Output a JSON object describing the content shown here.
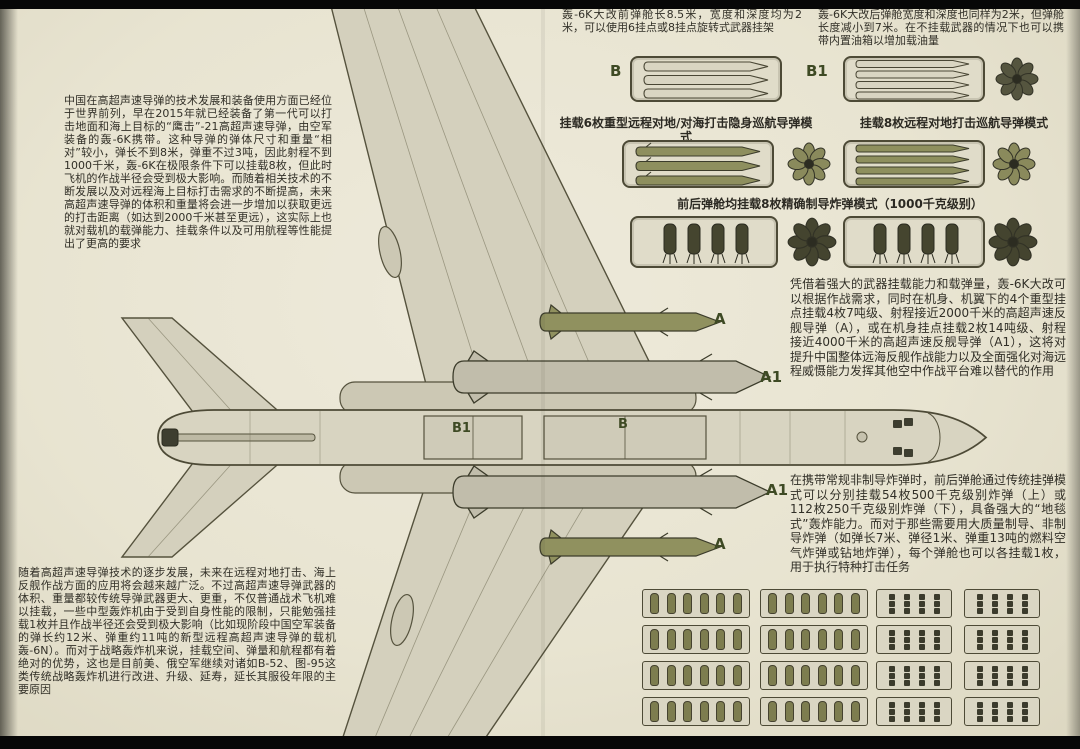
{
  "poster": {
    "bg_color": "#e9e5d2",
    "label_color": "#3e4a24"
  },
  "aircraft": {
    "name": "轰-6K 大改 俯视图",
    "labels": {
      "a": "A",
      "a1": "A1",
      "b": "B",
      "b1": "B1"
    }
  },
  "text_blocks": {
    "intro": "中国在高超声速导弹的技术发展和装备使用方面已经位于世界前列，早在2015年就已经装备了第一代可以打击地面和海上目标的“鹰击”-21高超声速导弹，由空军装备的轰-6K携带。这种导弹的弹体尺寸和重量“相对”较小，弹长不到8米，弹重不过3吨，因此射程不到1000千米，轰-6K在极限条件下可以挂载8枚，但此时飞机的作战半径会受到极大影响。而随着相关技术的不断发展以及对远程海上目标打击需求的不断提高，未来高超声速导弹的体积和重量将会进一步增加以获取更远的打击距离（如达到2000千米甚至更远），这实际上也就对载机的载弹能力、挂载条件以及可用航程等性能提出了更高的要求",
    "front_bay_note": "轰-6K大改前弹舱长8.5米，宽度和深度均为2米，可以使用6挂点或8挂点旋转式武器挂架",
    "rear_bay_note": "轰-6K大改后弹舱宽度和深度也同样为2米，但弹舱长度减小到7米。在不挂载武器的情况下也可以携带内置油箱以增加载油量",
    "caption_stealth6": "挂载6枚重型远程对地/对海打击隐身巡航导弹模式",
    "caption_cruise8": "挂载8枚远程对地打击巡航导弹模式",
    "caption_precision8": "前后弹舱均挂载8枚精确制导炸弹模式（1000千克级别）",
    "capability_note": "凭借着强大的武器挂载能力和载弹量，轰-6K大改可以根据作战需求，同时在机身、机翼下的4个重型挂点挂载4枚7吨级、射程接近2000千米的高超声速反舰导弹（A），或在机身挂点挂载2枚14吨级、射程接近4000千米的高超声速反舰导弹（A1），这将对提升中国整体远海反舰作战能力以及全面强化对海远程威慑能力发挥其他空中作战平台难以替代的作用",
    "conventional_note": "在携带常规非制导炸弹时，前后弹舱通过传统挂弹模式可以分别挂载54枚500千克级别炸弹（上）或112枚250千克级别炸弹（下），具备强大的“地毯式”轰炸能力。而对于那些需要用大质量制导、非制导炸弹（如弹长7米、弹径1米、弹重13吨的燃料空气炸弹或钻地炸弹），每个弹舱也可以各挂载1枚，用于执行特种打击任务",
    "outro": "随着高超声速导弹技术的逐步发展，未来在远程对地打击、海上反舰作战方面的应用将会越来越广泛。不过高超声速导弹武器的体积、重量都较传统导弹武器更大、更重，不仅普通战术飞机难以挂载，一些中型轰炸机由于受到自身性能的限制，只能勉强挂载1枚并且作战半径还会受到极大影响（比如现阶段中国空军装备的弹长约12米、弹重约11吨的新型远程高超声速导弹的载机轰-6N）。而对于战略轰炸机来说，挂载空间、弹量和航程都有着绝对的优势，这也是目前美、俄空军继续对诸如B-52、图-95这类传统战略轰炸机进行改进、升级、延寿，延长其服役年限的主要原因"
  },
  "load_patterns": {
    "bomb_row_tiles": {
      "rows": 4,
      "cols": 2,
      "bombs_per_tile": 6
    },
    "square_grid_tiles": {
      "rows": 4,
      "cols": 2,
      "grid_cols": 4,
      "grid_rows": 3
    }
  }
}
